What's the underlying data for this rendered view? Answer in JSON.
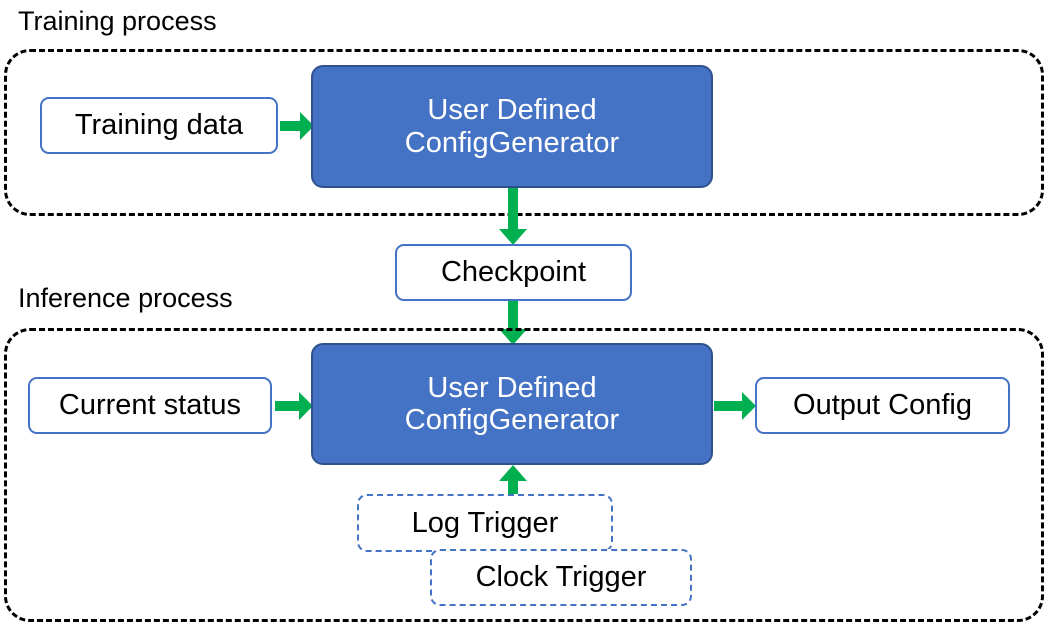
{
  "diagram": {
    "title_training": "Training process",
    "title_inference": "Inference process",
    "colors": {
      "node_fill_blue": "#4472C4",
      "node_border_blue_dark": "#2F528F",
      "node_border_blue_light": "#4472C4",
      "arrow_green": "#00B050",
      "container_border": "#000000",
      "text_dark": "#000000",
      "text_light": "#FFFFFF",
      "background": "#FFFFFF"
    },
    "sections": [
      {
        "id": "training",
        "label": "Training process"
      },
      {
        "id": "inference",
        "label": "Inference process"
      }
    ],
    "nodes": {
      "training_data": "Training data",
      "training_generator_line1": "User Defined",
      "training_generator_line2": "ConfigGenerator",
      "checkpoint": "Checkpoint",
      "current_status": "Current status",
      "inference_generator_line1": "User Defined",
      "inference_generator_line2": "ConfigGenerator",
      "output_config": "Output Config",
      "log_trigger": "Log Trigger",
      "clock_trigger": "Clock Trigger"
    },
    "edges": [
      {
        "from": "Training data",
        "to": "User Defined ConfigGenerator",
        "direction": "right"
      },
      {
        "from": "User Defined ConfigGenerator",
        "to": "Checkpoint",
        "direction": "down"
      },
      {
        "from": "Checkpoint",
        "to": "User Defined ConfigGenerator",
        "direction": "down"
      },
      {
        "from": "Current status",
        "to": "User Defined ConfigGenerator",
        "direction": "right"
      },
      {
        "from": "User Defined ConfigGenerator",
        "to": "Output Config",
        "direction": "right"
      },
      {
        "from": "Log Trigger",
        "to": "User Defined ConfigGenerator",
        "direction": "up"
      }
    ]
  }
}
